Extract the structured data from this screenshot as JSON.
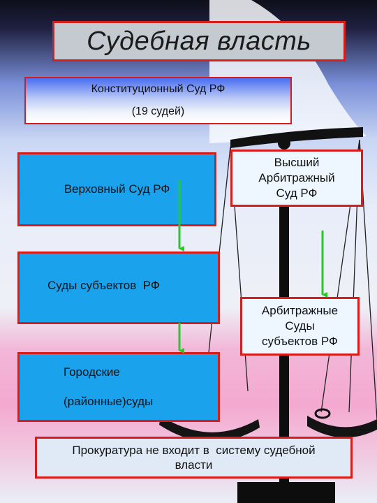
{
  "title": "Судебная власть",
  "constitutional_court": {
    "name": "Конституционный Суд РФ",
    "judges": "(19 судей)"
  },
  "supreme_court": "Верховный Суд РФ",
  "supreme_arbitration_court": {
    "lines": [
      "Высший",
      "Арбитражный",
      "Суд РФ"
    ]
  },
  "regional_courts": "Суды субъектов  РФ",
  "regional_arbitration_courts": {
    "lines": [
      "Арбитражные",
      "Суды",
      "субъектов РФ"
    ]
  },
  "district_courts": {
    "lines": [
      "Городские",
      "(районные)суды"
    ]
  },
  "note": {
    "lines": [
      "Прокуратура не входит в  систему судебной",
      "власти"
    ]
  },
  "colors": {
    "border": "#d81b1b",
    "court_box": "#1aa2ec",
    "arrow": "#22cc22"
  }
}
